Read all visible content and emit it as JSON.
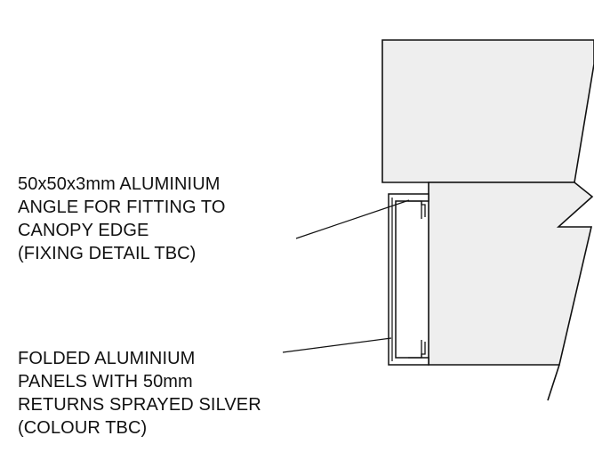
{
  "annotations": {
    "angle": [
      "50x50x3mm ALUMINIUM",
      "ANGLE FOR FITTING TO",
      "CANOPY EDGE",
      "(FIXING DETAIL TBC)"
    ],
    "panels": [
      "FOLDED ALUMINIUM",
      "PANELS WITH 50mm",
      "RETURNS SPRAYED SILVER",
      "(COLOUR TBC)"
    ]
  },
  "colors": {
    "fill": "#eeeeee",
    "line": "#111111",
    "background": "#ffffff"
  }
}
